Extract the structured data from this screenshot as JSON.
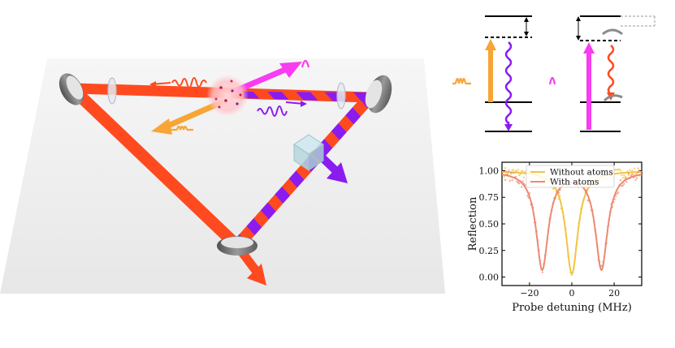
{
  "colors": {
    "beam_red": "#ff4a1f",
    "purple": "#8a1cf0",
    "magenta": "#f83cf0",
    "orange": "#f7a534",
    "mirror_gray": "#6f6f6f",
    "without_atoms": "#f2c440",
    "with_atoms": "#ec8a72"
  },
  "icons": [
    "mirror-icon",
    "beam-splitter-icon",
    "atom-cloud-icon",
    "pulse-icon"
  ],
  "chart_data": {
    "type": "line",
    "title": "",
    "xlabel": "Probe detuning (MHz)",
    "ylabel": "Reflection",
    "xlim": [
      -33,
      33
    ],
    "ylim": [
      -0.08,
      1.08
    ],
    "xticks": [
      -20,
      0,
      20
    ],
    "yticks": [
      0.0,
      0.25,
      0.5,
      0.75,
      1.0
    ],
    "xtick_labels": [
      "−20",
      "0",
      "20"
    ],
    "ytick_labels": [
      "0.00",
      "0.25",
      "0.50",
      "0.75",
      "1.00"
    ],
    "legend_position": "top-right",
    "grid": false,
    "series": [
      {
        "name": "Without atoms",
        "color": "#f2c440",
        "model": "lorentzian_dip",
        "center": 0,
        "halfwidth": 3.5,
        "depth": 0.97,
        "baseline": 1.0,
        "points": [
          [
            -30,
            1.0
          ],
          [
            -20,
            0.97
          ],
          [
            -15,
            0.94
          ],
          [
            -10,
            0.86
          ],
          [
            -7,
            0.7
          ],
          [
            -5,
            0.55
          ],
          [
            -3,
            0.3
          ],
          [
            -1.5,
            0.1
          ],
          [
            0,
            0.03
          ],
          [
            1.5,
            0.1
          ],
          [
            3,
            0.3
          ],
          [
            5,
            0.55
          ],
          [
            7,
            0.7
          ],
          [
            10,
            0.86
          ],
          [
            15,
            0.94
          ],
          [
            20,
            0.97
          ],
          [
            30,
            1.0
          ]
        ]
      },
      {
        "name": "With atoms",
        "color": "#ec8a72",
        "model": "double_dip",
        "centers": [
          -14,
          14
        ],
        "halfwidth": 3.5,
        "depth": 0.92,
        "baseline": 1.0,
        "points": [
          [
            -30,
            0.97
          ],
          [
            -25,
            0.9
          ],
          [
            -20,
            0.65
          ],
          [
            -17,
            0.3
          ],
          [
            -15,
            0.12
          ],
          [
            -14,
            0.08
          ],
          [
            -13,
            0.1
          ],
          [
            -11,
            0.3
          ],
          [
            -8,
            0.6
          ],
          [
            -4,
            0.78
          ],
          [
            0,
            0.82
          ],
          [
            4,
            0.78
          ],
          [
            8,
            0.6
          ],
          [
            11,
            0.3
          ],
          [
            13,
            0.1
          ],
          [
            14,
            0.08
          ],
          [
            15,
            0.12
          ],
          [
            17,
            0.3
          ],
          [
            20,
            0.65
          ],
          [
            25,
            0.9
          ],
          [
            30,
            0.97
          ]
        ]
      }
    ]
  }
}
